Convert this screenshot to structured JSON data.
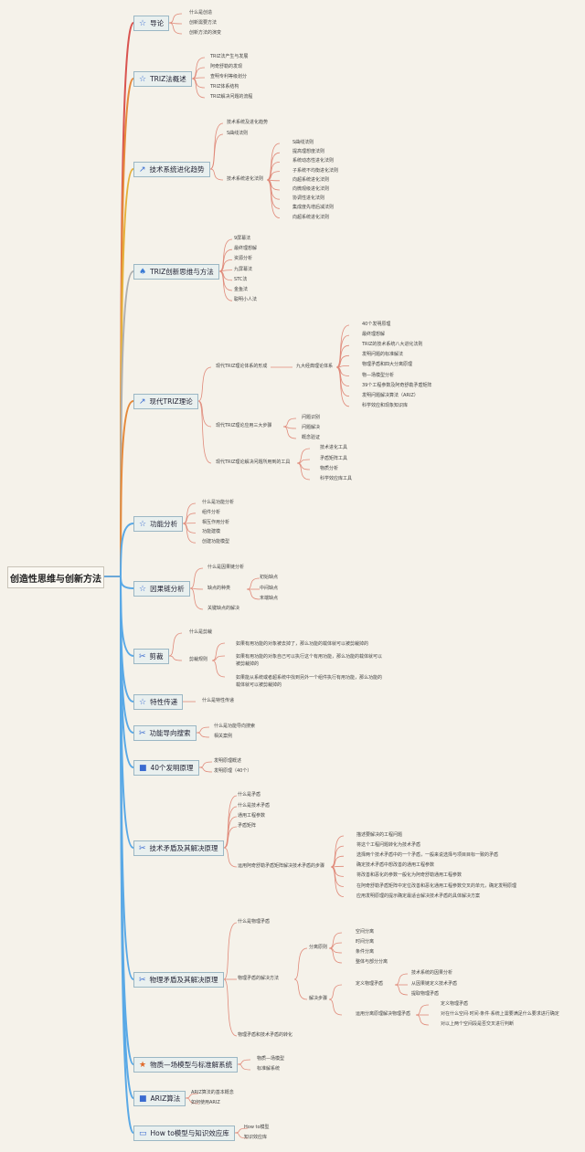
{
  "root": "创造性思维与创新方法",
  "branches": [
    {
      "icon": "☆",
      "icon_name": "star-outline-icon",
      "title": "导论",
      "color": "#d9534f",
      "leaves": [
        "什么是创造",
        "创新需要方法",
        "创新方法的演变"
      ]
    },
    {
      "icon": "☆",
      "icon_name": "star-outline-icon",
      "title": "TRIZ法概述",
      "color": "#e58a3c",
      "leaves": [
        "TRIZ法产生与发展",
        "阿奇舒勒的发现",
        "查明专利等级划分",
        "TRIZ体系结构",
        "TRIZ解决问题的流程"
      ]
    },
    {
      "icon": "↗",
      "icon_name": "arrow-trend-icon",
      "title": "技术系统进化趋势",
      "color": "#e5b13c",
      "leaves": [
        "技术系统及进化趋势",
        "S曲线法则"
      ],
      "sub_title": "技术系统进化法则",
      "sub_leaves": [
        "S曲线法则",
        "提高理想度法则",
        "系统动态性进化法则",
        "子系统不均衡进化法则",
        "向超系统进化法则",
        "向微观级进化法则",
        "协调性进化法则",
        "集成度先增后减法则",
        "向超系统进化法则"
      ]
    },
    {
      "icon": "♠",
      "icon_name": "flame-icon",
      "title": "TRIZ创新思维与方法",
      "color": "#b0b0b0",
      "leaves": [
        "9屏幕法",
        "最终理想解",
        "资源分析",
        "九屏幕法",
        "STC法",
        "金鱼法",
        "聪明小人法"
      ]
    },
    {
      "icon": "↗",
      "icon_name": "arrow-trend-icon",
      "title": "现代TRIZ理论",
      "color": "#e58a3c",
      "leaves": [
        "现代TRIZ理论体系的形成",
        "现代TRIZ理论应用三大步骤",
        "现代TRIZ理论解决问题所用到的工具"
      ],
      "mid_title": "九大经典理论体系",
      "mid_leaves": [
        "40个发明原理",
        "最终理想解",
        "TRIZ的技术系统八大进化法则",
        "发明问题的标准解法",
        "物理矛盾和四大分离原理",
        "物—场模型分析",
        "39个工程参数及阿奇舒勒矛盾矩阵",
        "发明问题解决算法（ARIZ）",
        "科学效应和现象知识库"
      ],
      "steps": [
        "问题识别",
        "问题解决",
        "概念验证"
      ],
      "tools": [
        "技术进化工具",
        "矛盾矩阵工具",
        "物质分析",
        "科学效应库工具"
      ]
    },
    {
      "icon": "☆",
      "icon_name": "star-outline-icon",
      "title": "功能分析",
      "color": "#5aa9e6",
      "leaves": [
        "什么是功能分析",
        "组件分析",
        "相互作用分析",
        "功能建模",
        "创建功能模型"
      ]
    },
    {
      "icon": "☆",
      "icon_name": "star-outline-icon",
      "title": "因果链分析",
      "color": "#5aa9e6",
      "leaves": [
        "什么是因果链分析",
        "缺点的种类",
        "关键缺点的解决"
      ],
      "kinds": [
        "初始缺点",
        "中间缺点",
        "末端缺点"
      ]
    },
    {
      "icon": "✂",
      "icon_name": "scissors-icon",
      "title": "剪裁",
      "color": "#5aa9e6",
      "leaves": [
        "什么是剪裁",
        "剪裁规则"
      ],
      "rules": [
        "如果有用功能的对象被去掉了，那么功能的载体就可以被剪裁掉的",
        "如果有用功能的对象自己可以执行这个有用功能，那么功能的载体就可以被剪裁掉的",
        "如果能从系统或者超系统中找到另外一个组件执行有用功能，那么功能的载体就可以被剪裁掉的"
      ]
    },
    {
      "icon": "☆",
      "icon_name": "star-outline-icon",
      "title": "特性传递",
      "color": "#5aa9e6",
      "leaves": [
        "什么是特性传递"
      ]
    },
    {
      "icon": "✂",
      "icon_name": "tools-icon",
      "title": "功能导向搜索",
      "color": "#5aa9e6",
      "leaves": [
        "什么是功能导向搜索",
        "相关案例"
      ]
    },
    {
      "icon": "■",
      "icon_name": "square-icon",
      "title": "40个发明原理",
      "color": "#5aa9e6",
      "leaves": [
        "发明原理概述",
        "发明原理（40个）"
      ]
    },
    {
      "icon": "✂",
      "icon_name": "tools-icon",
      "title": "技术矛盾及其解决原理",
      "color": "#5aa9e6",
      "leaves": [
        "什么是矛盾",
        "什么是技术矛盾",
        "通用工程参数",
        "矛盾矩阵",
        "运用阿奇舒勒矛盾矩阵解决技术矛盾的步骤"
      ],
      "steps": [
        "描述要解决的工程问题",
        "将这个工程问题转化为技术矛盾",
        "选择两个技术矛盾中的一个矛盾，一般来说选择与项目目标一致的矛盾",
        "确定技术矛盾中想改善的通用工程参数",
        "将改善和恶化的参数一般化为阿奇舒勒通用工程参数",
        "在阿奇舒勒矛盾矩阵中定位改善和恶化通用工程参数交叉的单元，确定发明原理",
        "应用发明原理的提示确定最适合解决技术矛盾的具体解决方案"
      ]
    },
    {
      "icon": "✂",
      "icon_name": "tools-icon",
      "title": "物理矛盾及其解决原理",
      "color": "#5aa9e6",
      "leaves": [
        "什么是物理矛盾",
        "物理矛盾的解决方法",
        "物理矛盾和技术矛盾的转化"
      ],
      "sep_title": "分离原则",
      "sep": [
        "空间分离",
        "时间分离",
        "条件分离",
        "整体与部分分离"
      ],
      "steps_title": "解决步骤",
      "define_title": "定义物理矛盾",
      "define": [
        "技术系统的因果分析",
        "从因果链定义技术矛盾",
        "提取物理矛盾"
      ],
      "use_title": "运用分离原理解决物理矛盾",
      "use": [
        "定义物理矛盾",
        "对在什么空间·时间·条件·系统上需要满足什么要求进行确定",
        "对以上两个空间段是否交叉进行判断"
      ]
    },
    {
      "icon": "★",
      "icon_name": "star-filled-icon",
      "title": "物质—场模型与标准解系统",
      "color": "#5aa9e6",
      "leaves": [
        "物质—场模型",
        "标准解系统"
      ]
    },
    {
      "icon": "■",
      "icon_name": "square-icon",
      "title": "ARIZ算法",
      "color": "#5aa9e6",
      "leaves": [
        "ARIZ算法的基本概念",
        "如何使用ARIZ"
      ]
    },
    {
      "icon": "▭",
      "icon_name": "note-icon",
      "title": "How to模型与知识效应库",
      "color": "#5aa9e6",
      "leaves": [
        "How to模型",
        "知识效应库"
      ]
    }
  ]
}
